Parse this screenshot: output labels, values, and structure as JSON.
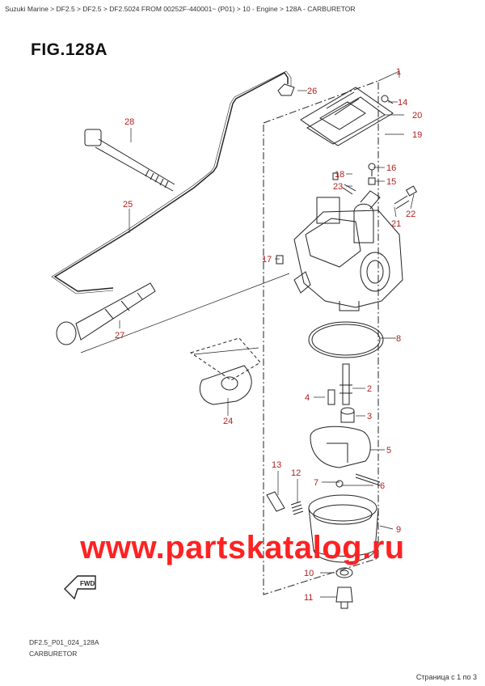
{
  "breadcrumb": "Suzuki Marine > DF2.5 > DF2.5 > DF2.5024 FROM 00252F-440001~ (P01) > 10 - Engine > 128A - CARBURETOR",
  "figure_title": "FIG.128A",
  "footer_code": "DF2.5_P01_024_128A",
  "footer_caption": "CARBURETOR",
  "watermark": "www.partskatalog.ru",
  "pager": "Страница с 1 по 3",
  "fwd_label": "FWD",
  "colors": {
    "callout": "#b02020",
    "watermark": "#ff2222"
  },
  "callouts": {
    "c1": "1",
    "c2": "2",
    "c3": "3",
    "c4": "4",
    "c5": "5",
    "c6": "6",
    "c7": "7",
    "c8": "8",
    "c9": "9",
    "c10": "10",
    "c11": "11",
    "c12": "12",
    "c13": "13",
    "c14": "14",
    "c15": "15",
    "c16": "16",
    "c17": "17",
    "c18": "18",
    "c19": "19",
    "c20": "20",
    "c21": "21",
    "c22": "22",
    "c23": "23",
    "c24": "24",
    "c25": "25",
    "c26": "26",
    "c27": "27",
    "c28": "28"
  }
}
